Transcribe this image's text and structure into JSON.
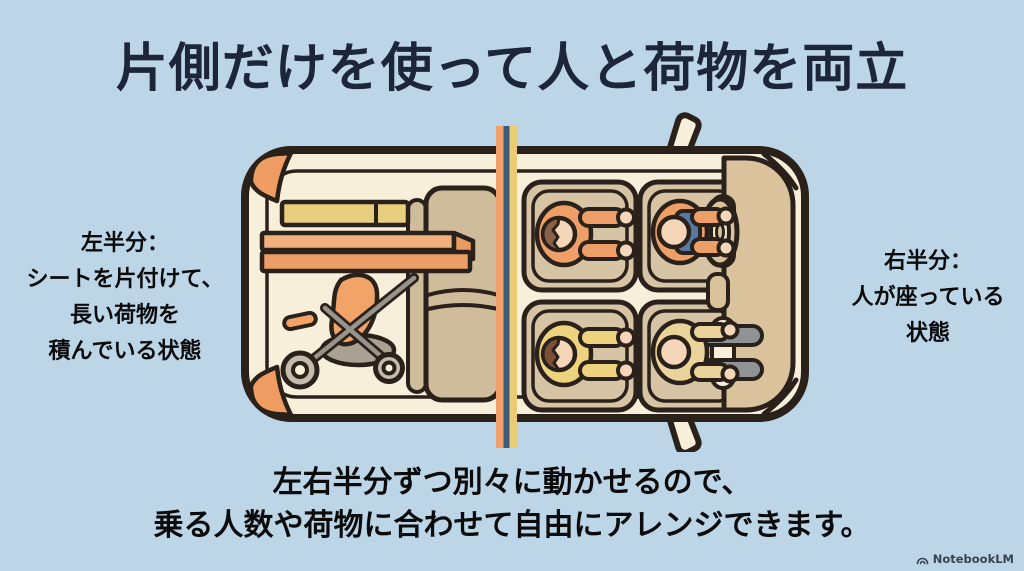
{
  "title": "片側だけを使って人と荷物を両立",
  "left_caption": {
    "lines": [
      "左半分：",
      "シートを片付けて、",
      "長い荷物を",
      "積んでいる状態"
    ]
  },
  "right_caption": {
    "lines": [
      "右半分：",
      "人が座っている",
      "状態"
    ]
  },
  "bottom_caption": {
    "lines": [
      "左右半分ずつ別々に動かせるので、",
      "乗る人数や荷物に合わせて自由にアレンジできます。"
    ]
  },
  "watermark": {
    "label": "NotebookLM"
  },
  "illustration": {
    "subject": "top-down minivan, left half cargo / right half four passengers, split by stripe divider",
    "colors": {
      "background": "#BCD6E7",
      "title_text": "#1C2638",
      "body_text": "#0B0B0B",
      "van_body": "#F8EFDA",
      "outline": "#2A211A",
      "accent_orange": "#EE9F68",
      "plank_yellow": "#E7CF7E",
      "seat_tan": "#D6C4A5",
      "dashboard_tan": "#D9C29C",
      "divider_orange": "#EFA06B",
      "divider_navy": "#3E5A78",
      "divider_yellow": "#E9CC74",
      "vest_blue": "#5878A4",
      "skin": "#F6D6B8"
    }
  }
}
